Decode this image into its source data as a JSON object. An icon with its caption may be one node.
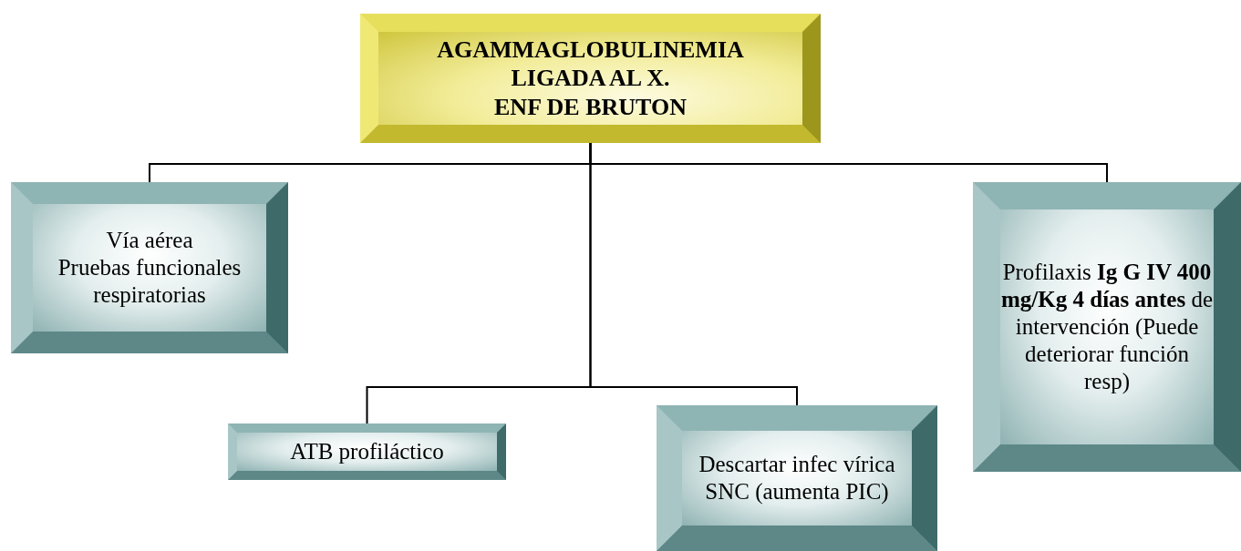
{
  "diagram": {
    "nodes": [
      {
        "text": [
          "AGAMMAGLOBULINEMIA LIGADA AL X.",
          "ENF DE BRUTON"
        ]
      },
      {
        "text": [
          "Vía aérea",
          "Pruebas funcionales respiratorias"
        ]
      },
      {
        "text": [
          "Profilaxis **Ig G IV 400 mg/Kg 4 días antes** de intervención (Puede deteriorar función resp)"
        ]
      },
      {
        "text": [
          "ATB profiláctico"
        ]
      },
      {
        "text": [
          "Descartar infec vírica SNC (aumenta PIC)"
        ]
      }
    ],
    "edges": [
      {
        "from": 0,
        "to": 1,
        "arrow": "none"
      },
      {
        "from": 0,
        "to": 2,
        "arrow": "none"
      },
      {
        "from": 0,
        "to": 3,
        "arrow": "none"
      },
      {
        "from": 0,
        "to": 4,
        "arrow": "none"
      }
    ]
  }
}
